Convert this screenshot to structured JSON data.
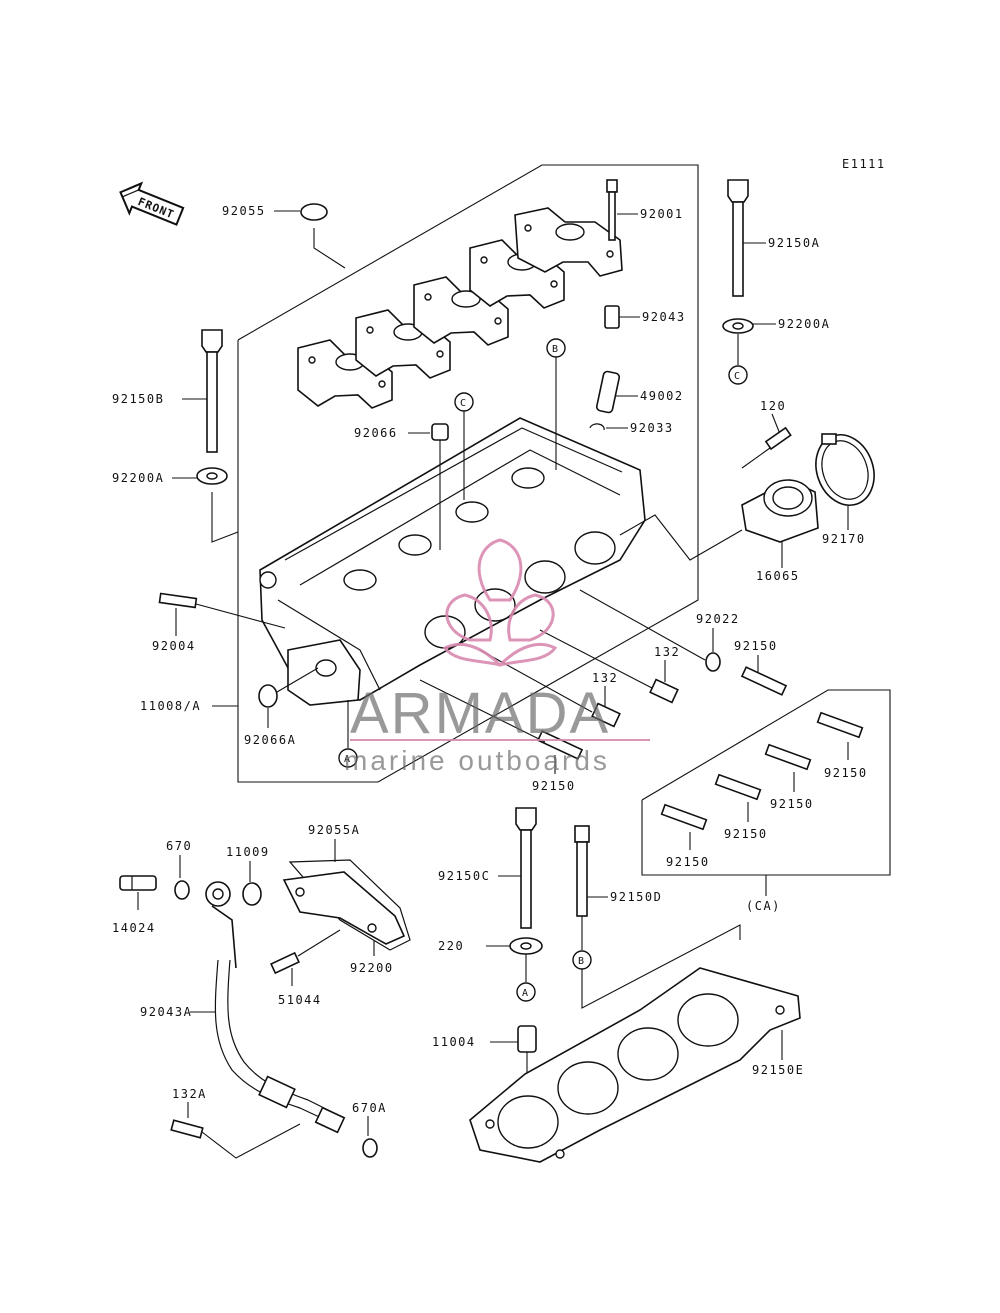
{
  "diagram": {
    "ref_code": "E1111",
    "front_label": "FRONT",
    "set_label": "(CA)",
    "callouts": {
      "a": "A",
      "b": "B",
      "c": "C"
    },
    "parts": [
      {
        "id": "p92055",
        "number": "92055"
      },
      {
        "id": "p92001",
        "number": "92001"
      },
      {
        "id": "p92150A",
        "number": "92150A"
      },
      {
        "id": "p92043",
        "number": "92043"
      },
      {
        "id": "p92200A_top",
        "number": "92200A"
      },
      {
        "id": "p92150B",
        "number": "92150B"
      },
      {
        "id": "p49002",
        "number": "49002"
      },
      {
        "id": "p92033",
        "number": "92033"
      },
      {
        "id": "p92066",
        "number": "92066"
      },
      {
        "id": "p120",
        "number": "120"
      },
      {
        "id": "p92200A_left",
        "number": "92200A"
      },
      {
        "id": "p92170",
        "number": "92170"
      },
      {
        "id": "p16065",
        "number": "16065"
      },
      {
        "id": "p92004",
        "number": "92004"
      },
      {
        "id": "p92022",
        "number": "92022"
      },
      {
        "id": "p132a",
        "number": "132"
      },
      {
        "id": "p92150_a",
        "number": "92150"
      },
      {
        "id": "p132b",
        "number": "132"
      },
      {
        "id": "p11008A",
        "number": "11008/A"
      },
      {
        "id": "p92066A",
        "number": "92066A"
      },
      {
        "id": "p92150_b",
        "number": "92150"
      },
      {
        "id": "p92150_c",
        "number": "92150"
      },
      {
        "id": "p92150_d",
        "number": "92150"
      },
      {
        "id": "p92150_e",
        "number": "92150"
      },
      {
        "id": "p92150_f",
        "number": "92150"
      },
      {
        "id": "p92055A",
        "number": "92055A"
      },
      {
        "id": "p670",
        "number": "670"
      },
      {
        "id": "p11009",
        "number": "11009"
      },
      {
        "id": "p92150C",
        "number": "92150C"
      },
      {
        "id": "p92150D",
        "number": "92150D"
      },
      {
        "id": "p92150E",
        "number": "92150E"
      },
      {
        "id": "p14024",
        "number": "14024"
      },
      {
        "id": "p92200",
        "number": "92200"
      },
      {
        "id": "p220",
        "number": "220"
      },
      {
        "id": "p51044",
        "number": "51044"
      },
      {
        "id": "p92043A",
        "number": "92043A"
      },
      {
        "id": "p11004",
        "number": "11004"
      },
      {
        "id": "p132A",
        "number": "132A"
      },
      {
        "id": "p670A",
        "number": "670A"
      }
    ]
  },
  "watermark": {
    "brand": "ARMADA",
    "tagline": "marine outboards",
    "color": "#d98ab0"
  }
}
